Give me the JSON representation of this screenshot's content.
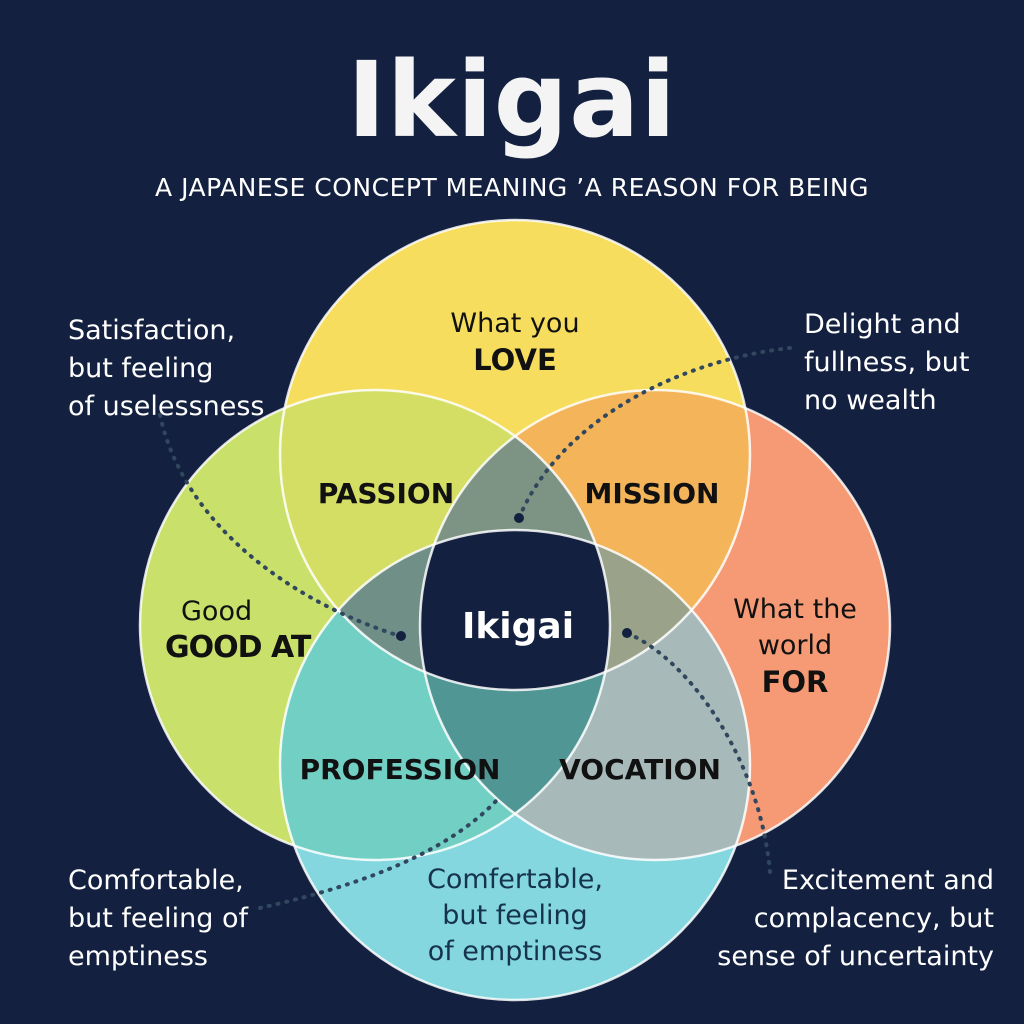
{
  "title": "Ikigai",
  "subtitle": "A JAPANESE CONCEPT MEANING ’A REASON FOR BEING",
  "colors": {
    "background": "#13203f",
    "love": "#f6dd5e",
    "good_at": "#c9e06a",
    "world": "#f59a74",
    "paid": "#84d7df",
    "passion": "#d4de64",
    "mission": "#f4b45a",
    "profession": "#72cfc4",
    "vocation": "#a8b9b9",
    "center": "#13203f"
  },
  "circles": {
    "love": {
      "line1": "What you",
      "line2": "LOVE"
    },
    "good_at": {
      "line1": "Good",
      "line2": "GOOD AT"
    },
    "world": {
      "line1": "What the\nworld",
      "line2": "FOR"
    },
    "paid": {
      "line1": "Comfertable,\nbut feeling\nof emptiness"
    }
  },
  "overlaps": {
    "passion": "PASSION",
    "mission": "MISSION",
    "profession": "PROFESSION",
    "vocation": "VOCATION"
  },
  "center": "Ikigai",
  "notes": {
    "top_left": "Satisfaction,\nbut feeling\nof uselessness",
    "top_right": "Delight and\nfullness, but\nno wealth",
    "bottom_left": "Comfortable,\nbut feeling of\nemptiness",
    "bottom_right": "Excitement and\ncomplacency, but\nsense of uncertainty"
  }
}
